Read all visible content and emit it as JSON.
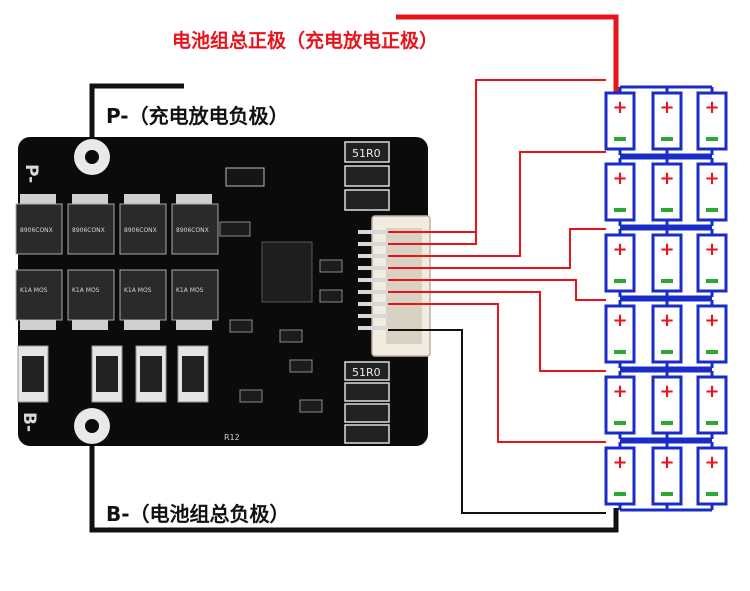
{
  "labels": {
    "pack_positive": "电池组总正极（充电放电正极）",
    "p_minus": "P-（充电放电负极）",
    "b_minus": "B-（电池组总负极）"
  },
  "board": {
    "silk_p": "P-",
    "silk_b": "B-",
    "resistor_top": "51R0",
    "resistor_bottom": "51R0",
    "mosfet_top_code": "8906CONX",
    "mosfet_bottom_code": "K1A MOS",
    "ic_label": "R12"
  },
  "battery": {
    "rows": 6,
    "cols": 3,
    "plus_symbol": "+",
    "minus_symbol": "-"
  },
  "colors": {
    "positive_wire": "#e8141c",
    "negative_wire": "#111111",
    "series_link": "#1a2cc8",
    "board": "#0b0b0b",
    "connector": "#f2ece0"
  }
}
